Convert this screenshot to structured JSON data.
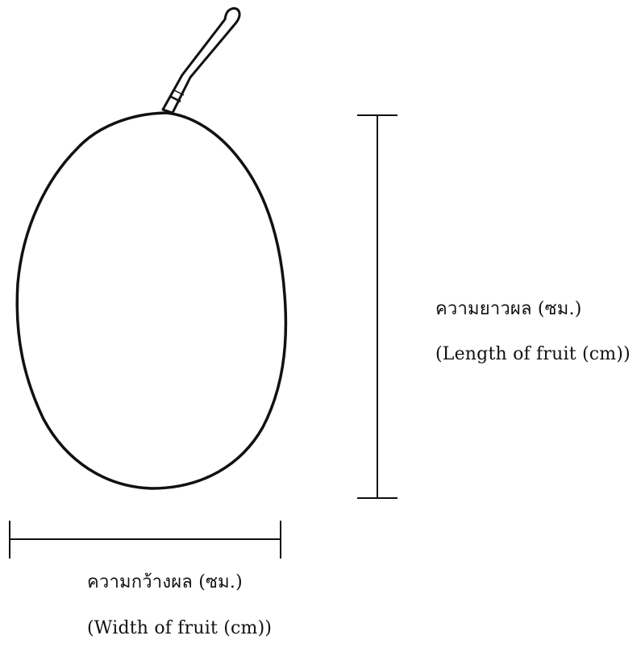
{
  "labels": {
    "length_thai": "ความยาวผล (ซม.)",
    "length_en": "(Length of fruit (cm))",
    "width_thai": "ความกว้างผล (ซม.)",
    "width_en": "(Width of fruit (cm))"
  },
  "colors": {
    "ink": "#111111",
    "background": "#ffffff"
  }
}
